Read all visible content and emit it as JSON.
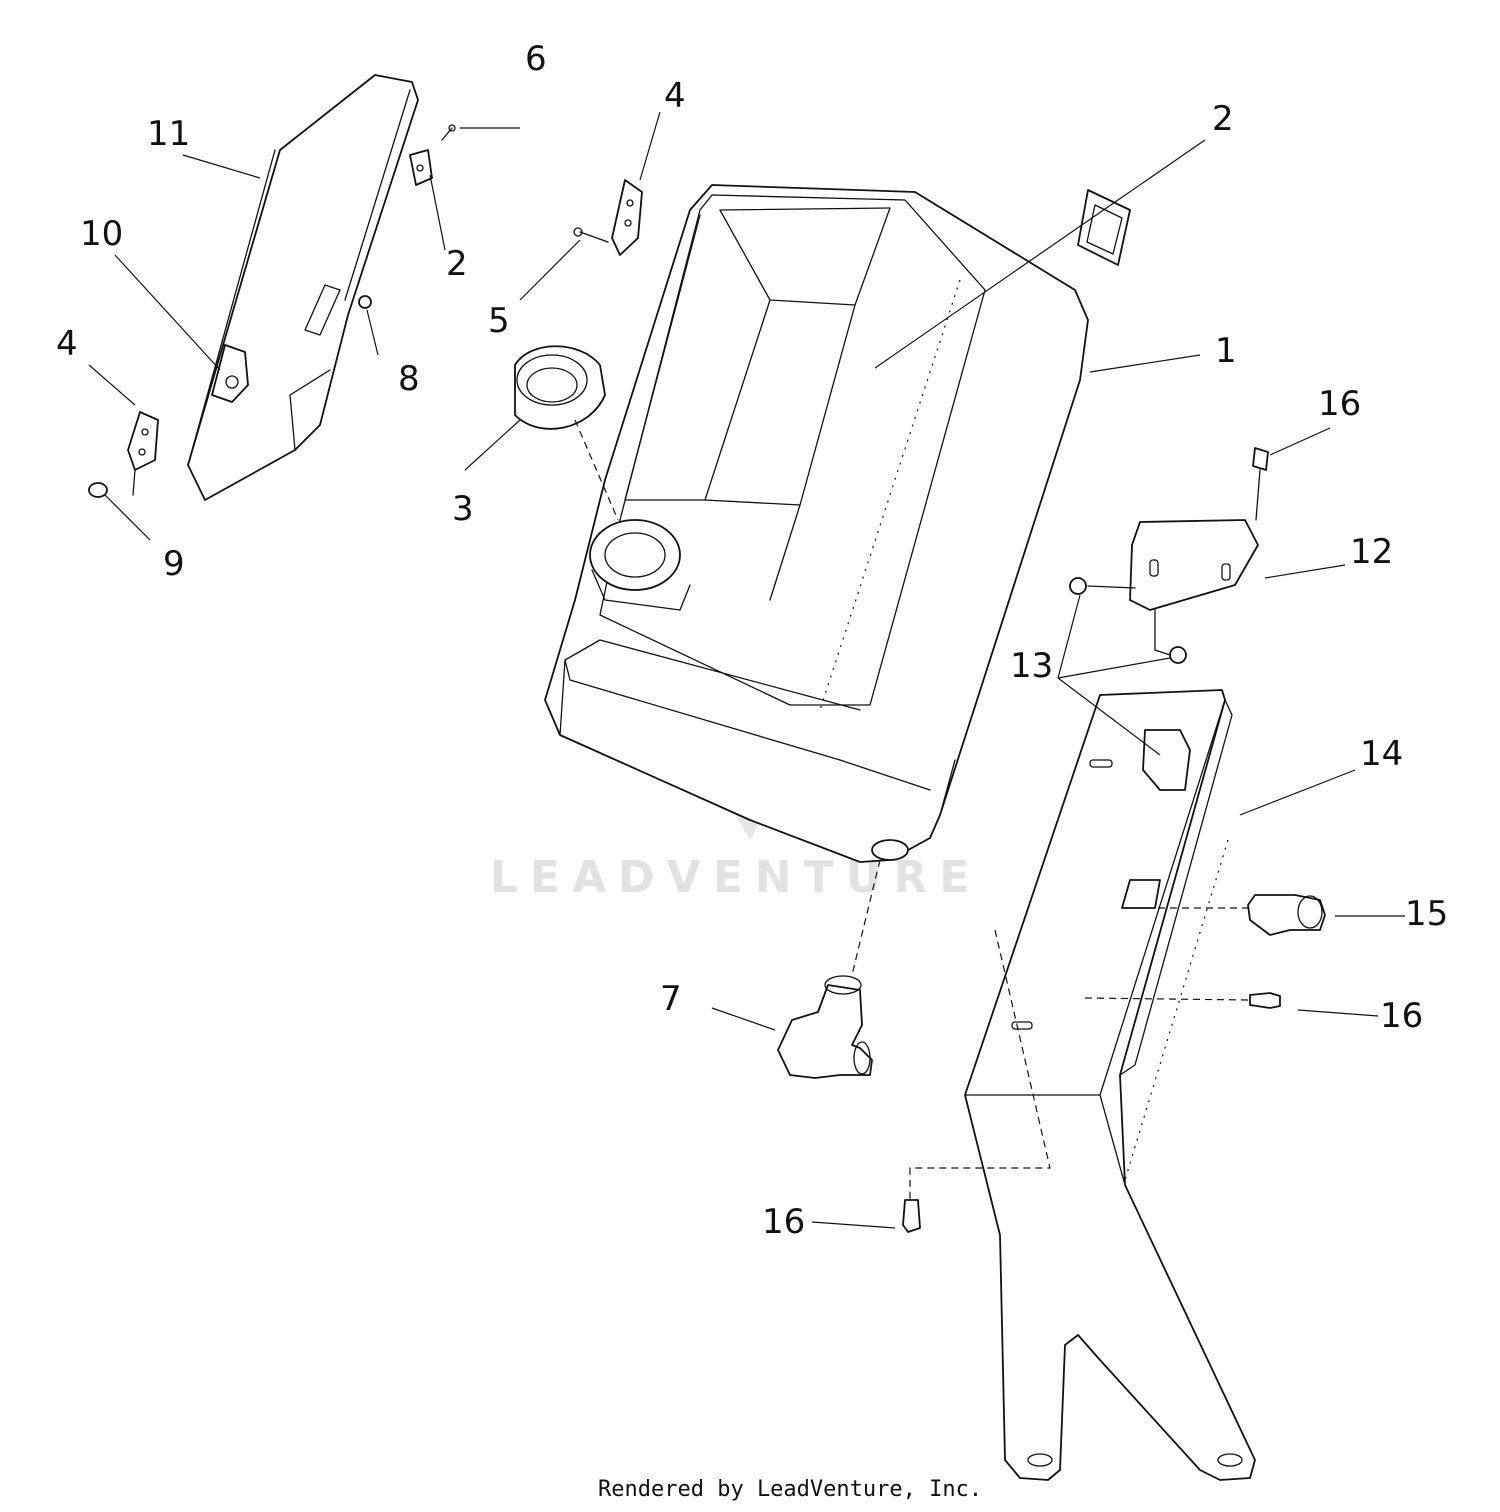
{
  "callouts": [
    {
      "id": "1",
      "label": "1"
    },
    {
      "id": "2a",
      "label": "2"
    },
    {
      "id": "2b",
      "label": "2"
    },
    {
      "id": "3",
      "label": "3"
    },
    {
      "id": "4a",
      "label": "4"
    },
    {
      "id": "4b",
      "label": "4"
    },
    {
      "id": "5",
      "label": "5"
    },
    {
      "id": "6",
      "label": "6"
    },
    {
      "id": "7",
      "label": "7"
    },
    {
      "id": "8",
      "label": "8"
    },
    {
      "id": "9",
      "label": "9"
    },
    {
      "id": "10",
      "label": "10"
    },
    {
      "id": "11",
      "label": "11"
    },
    {
      "id": "12",
      "label": "12"
    },
    {
      "id": "13",
      "label": "13"
    },
    {
      "id": "14",
      "label": "14"
    },
    {
      "id": "15",
      "label": "15"
    },
    {
      "id": "16a",
      "label": "16"
    },
    {
      "id": "16b",
      "label": "16"
    },
    {
      "id": "16c",
      "label": "16"
    }
  ],
  "watermark": "LEADVENTURE",
  "footer": "Rendered by LeadVenture, Inc."
}
